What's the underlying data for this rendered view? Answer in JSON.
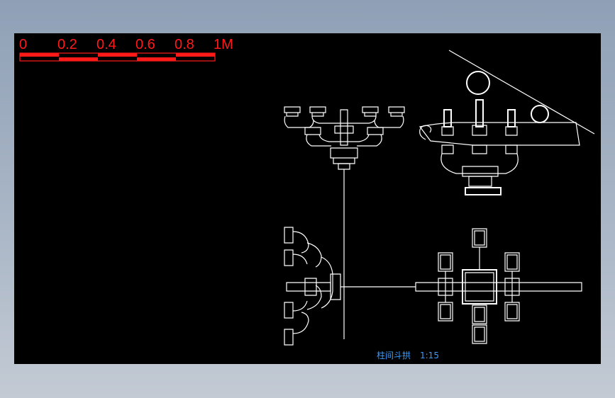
{
  "scale_bar": {
    "labels": [
      "0",
      "0.2",
      "0.4",
      "0.6",
      "0.8",
      "1M"
    ],
    "color": "#ff1a1a"
  },
  "title": {
    "name": "柱间斗拱",
    "scale": "1:15",
    "color": "#3a9bff"
  },
  "colors": {
    "background": "#000000",
    "linework": "#ffffff"
  }
}
